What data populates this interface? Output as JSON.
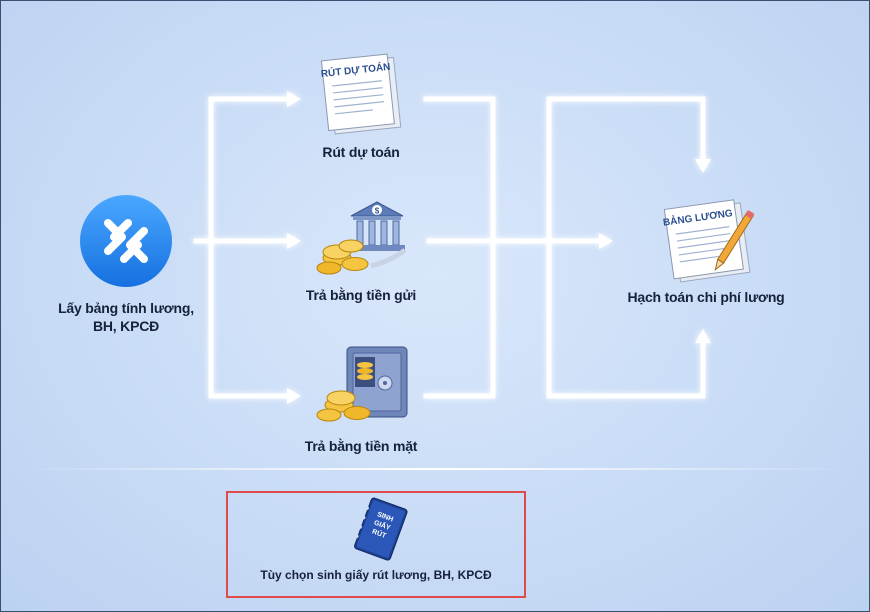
{
  "nodes": {
    "salary_sheet": {
      "label_line1": "Lấy bảng tính lương,",
      "label_line2": "BH, KPCĐ"
    },
    "budget_withdraw": {
      "label": "Rút dự toán",
      "doc_title": "RÚT DỰ TOÁN"
    },
    "bank_pay": {
      "label": "Trả bằng tiền gửi"
    },
    "cash_pay": {
      "label": "Trả bằng tiền mặt"
    },
    "payroll_cost": {
      "label": "Hạch toán chi phí lương",
      "doc_title": "BẢNG LƯƠNG"
    }
  },
  "option": {
    "label": "Tùy chọn sinh giấy rút lương, BH, KPCĐ",
    "book_line1": "SINH",
    "book_line2": "GIẤY",
    "book_line3": "RÚT"
  },
  "colors": {
    "background": "#c9dcf6",
    "arrow": "#ffffff",
    "highlight_border": "#e14a4a",
    "app_icon": "#1f86ee",
    "label_text": "#16213b"
  },
  "icons": [
    "app-logo-icon",
    "budget-document-icon",
    "bank-coins-icon",
    "safe-coins-icon",
    "payroll-document-icon",
    "blue-book-icon"
  ]
}
